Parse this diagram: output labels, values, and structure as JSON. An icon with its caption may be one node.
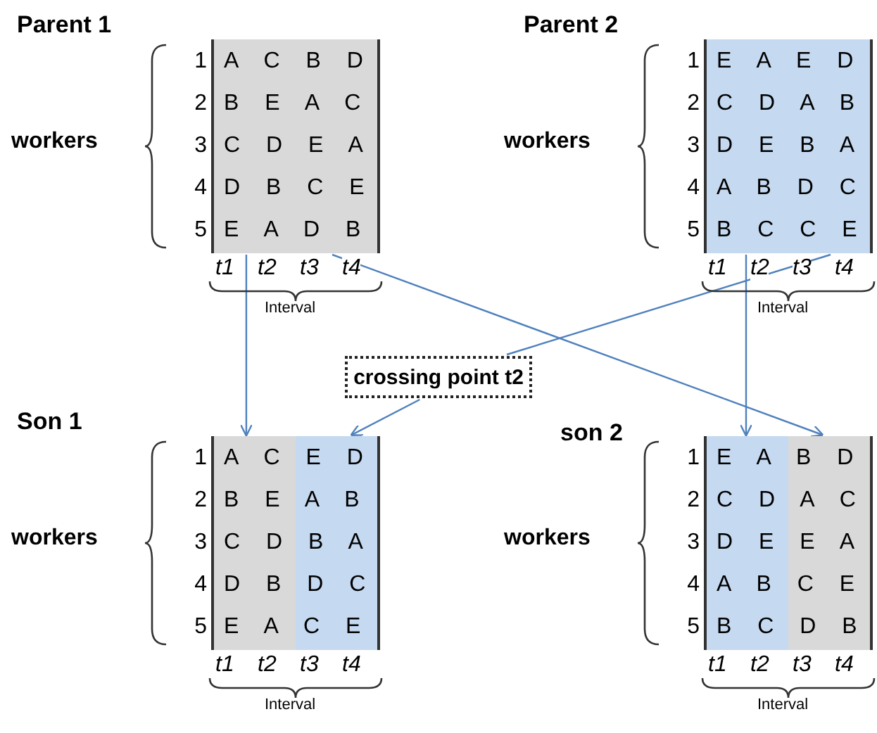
{
  "diagram": {
    "nodes": [
      {
        "text": [
          "Parent 1",
          "workers",
          "Interval"
        ]
      },
      {
        "text": [
          "A C B D",
          "B E A C",
          "C D E A",
          "D B C E",
          "E A D B"
        ],
        "in": 0,
        "beside": [
          "1",
          "2",
          "3",
          "4",
          "5",
          "t1",
          "t2",
          "t3",
          "t4"
        ]
      },
      {
        "text": [
          "Parent 2",
          "workers",
          "Interval"
        ]
      },
      {
        "text": [
          "E A E D",
          "C D A B",
          "D E B A",
          "A B D C",
          "B C C E"
        ],
        "in": 2,
        "beside": [
          "1",
          "2",
          "3",
          "4",
          "5",
          "t1",
          "t2",
          "t3",
          "t4"
        ]
      },
      {
        "text": [
          "crossing point t2"
        ]
      },
      {
        "text": [
          "Son 1",
          "workers",
          "Interval"
        ]
      },
      {
        "text": [
          "A C E D",
          "B E A B",
          "C D B A",
          "D B D C",
          "E A C E"
        ],
        "in": 5,
        "beside": [
          "1",
          "2",
          "3",
          "4",
          "5",
          "t1",
          "t2",
          "t3",
          "t4"
        ]
      },
      {
        "text": [
          "son 2",
          "workers",
          "Interval"
        ]
      },
      {
        "text": [
          "E A B D",
          "C D A C",
          "D E E A",
          "A B C E",
          "B C D B"
        ],
        "in": 7,
        "beside": [
          "1",
          "2",
          "3",
          "4",
          "5",
          "t1",
          "t2",
          "t3",
          "t4"
        ]
      }
    ],
    "edges": [
      {
        "from": 1,
        "to": 6,
        "arrow": "to"
      },
      {
        "from": 1,
        "to": 8,
        "arrow": "to"
      },
      {
        "from": 3,
        "to": 4,
        "arrow": "none"
      },
      {
        "from": 4,
        "to": 6,
        "arrow": "to"
      },
      {
        "from": 3,
        "to": 8,
        "arrow": "to"
      }
    ]
  }
}
